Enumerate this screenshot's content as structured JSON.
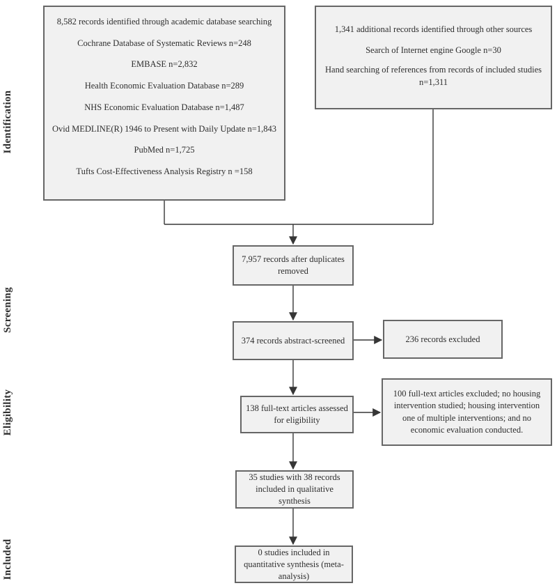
{
  "figure": {
    "stages": {
      "identification": "Identification",
      "screening": "Screening",
      "eligibility": "Eligibility",
      "included": "Included"
    },
    "boxes": {
      "academic_search": {
        "lines": [
          "8,582 records identified through academic database searching",
          "Cochrane Database of Systematic Reviews n=248",
          "EMBASE n=2,832",
          "Health Economic Evaluation Database n=289",
          "NHS Economic Evaluation Database n=1,487",
          "Ovid MEDLINE(R) 1946 to Present with Daily Update n=1,843",
          "PubMed n=1,725",
          "Tufts Cost-Effectiveness Analysis Registry n =158"
        ]
      },
      "other_sources": {
        "lines": [
          "1,341 additional records identified through other sources",
          "Search of Internet engine Google n=30",
          "Hand searching of references from records of included studies",
          "n=1,311"
        ]
      },
      "duplicates_removed": {
        "lines": [
          "7,957 records after duplicates",
          "removed"
        ]
      },
      "abstract_screened": {
        "lines": [
          "374 records abstract-screened"
        ]
      },
      "records_excluded": {
        "lines": [
          "236 records excluded"
        ]
      },
      "fulltext_assessed": {
        "lines": [
          "138 full-text articles assessed",
          "for eligibility"
        ]
      },
      "fulltext_excluded": {
        "lines": [
          "100 full-text articles excluded; no housing",
          "intervention studied; housing intervention",
          "one of multiple interventions; and no",
          "economic evaluation conducted."
        ]
      },
      "qualitative_synthesis": {
        "lines": [
          "35 studies with 38 records",
          "included in qualitative",
          "synthesis"
        ]
      },
      "quantitative_synthesis": {
        "lines": [
          "0 studies included in",
          "quantitative synthesis (meta-",
          "analysis)"
        ]
      }
    },
    "colors": {
      "box_fill": "#f1f1f1",
      "box_border": "#666666",
      "connector": "#363636",
      "text": "#2e2e2e",
      "background": "#ffffff"
    }
  }
}
